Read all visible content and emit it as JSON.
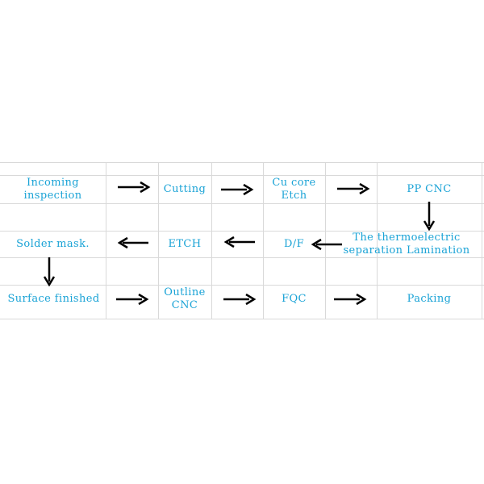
{
  "flow": {
    "steps": {
      "incoming_inspection": "Incoming\ninspection",
      "cutting": "Cutting",
      "cu_core_etch": "Cu core\nEtch",
      "pp_cnc": "PP CNC",
      "thermoelectric_lamination": "The thermoelectric\nseparation Lamination",
      "df": "D/F",
      "etch": "ETCH",
      "solder_mask": "Solder mask.",
      "surface_finished": "Surface finished",
      "outline_cnc": "Outline\nCNC",
      "fqc": "FQC",
      "packing": "Packing"
    },
    "arrow_color": "#000000",
    "text_color": "#1aa3d6",
    "grid_color": "#d9d9d9"
  }
}
